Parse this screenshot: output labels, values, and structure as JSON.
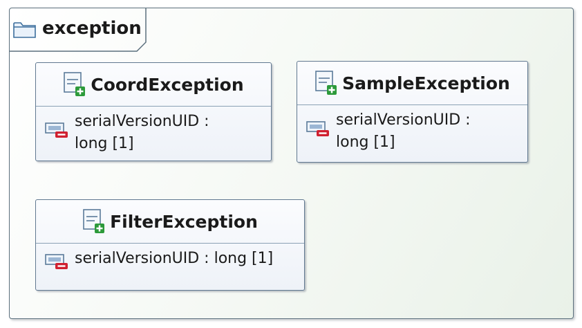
{
  "package": {
    "name": "exception",
    "icon": "package-folder-icon"
  },
  "classes": [
    {
      "name": "CoordException",
      "icon": "class-icon",
      "attribute": "serialVersionUID : long [1]",
      "attribute_icon": "private-attribute-icon"
    },
    {
      "name": "SampleException",
      "icon": "class-icon",
      "attribute": "serialVersionUID : long [1]",
      "attribute_icon": "private-attribute-icon"
    },
    {
      "name": "FilterException",
      "icon": "class-icon",
      "attribute": "serialVersionUID : long [1]",
      "attribute_icon": "private-attribute-icon"
    }
  ],
  "colors": {
    "border": "#607890",
    "plus": "#2c9a3a",
    "minus": "#d02030"
  }
}
